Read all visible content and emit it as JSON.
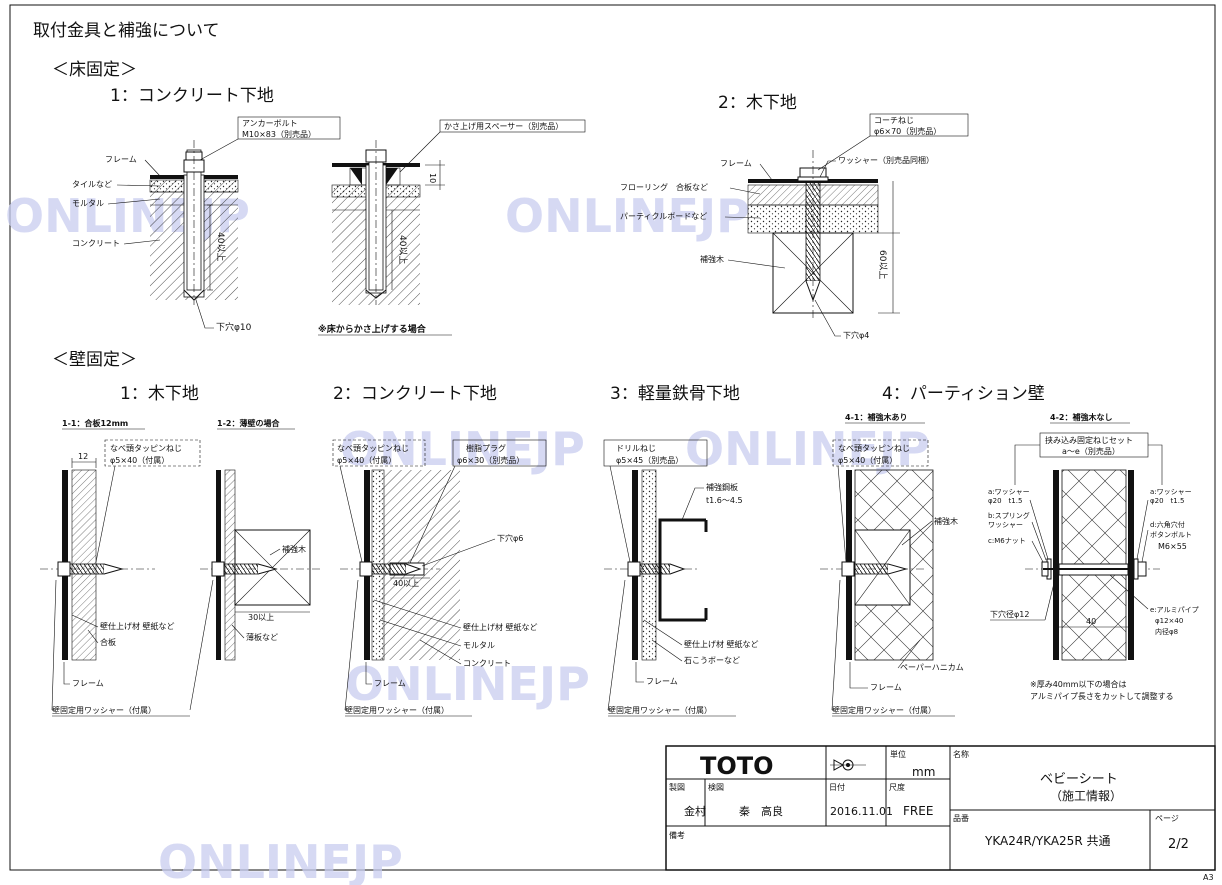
{
  "page": {
    "title": "取付金具と補強について",
    "corner_label": "A3",
    "watermark": "ONLINEJP"
  },
  "floor": {
    "heading": "＜床固定＞",
    "concrete": {
      "title": "1：コンクリート下地",
      "labels": {
        "anchor": "アンカーボルト",
        "anchor_size": "M10×83（別売品）",
        "frame": "フレーム",
        "tile": "タイルなど",
        "mortar": "モルタル",
        "concrete": "コンクリート",
        "depth": "40以上",
        "hole": "下穴φ10"
      },
      "raised": {
        "spacer": "かさ上げ用スペーサー（別売品）",
        "ten": "10",
        "depth": "40以上",
        "note": "※床からかさ上げする場合"
      }
    },
    "wood": {
      "title": "2：木下地",
      "labels": {
        "coach": "コーチねじ",
        "coach_size": "φ6×70（別売品）",
        "frame": "フレーム",
        "washer": "ワッシャー（別売品同梱）",
        "flooring": "フローリング　合板など",
        "particle": "パーティクルボードなど",
        "reinforce": "補強木",
        "depth": "60以上",
        "hole": "下穴φ4"
      }
    }
  },
  "wall": {
    "heading": "＜壁固定＞",
    "wood": {
      "title": "1：木下地",
      "sub1": "1-1：合板12mm",
      "sub2": "1-2：薄壁の場合",
      "screw1": "なべ頭タッピンねじ",
      "screw2": "φ5×40（付属）",
      "twelve": "12",
      "reinforce": "補強木",
      "thirty": "30以上",
      "finish": "壁仕上げ材 壁紙など",
      "plywood": "合板",
      "thin": "薄板など",
      "frame": "フレーム",
      "washer": "壁固定用ワッシャー（付属）"
    },
    "concrete": {
      "title": "2：コンクリート下地",
      "screw1": "なべ頭タッピンねじ",
      "screw2": "φ5×40（付属）",
      "plug1": "樹脂プラグ",
      "plug2": "φ6×30（別売品）",
      "hole": "下穴φ6",
      "depth": "40以上",
      "finish": "壁仕上げ材 壁紙など",
      "mortar": "モルタル",
      "concrete": "コンクリート",
      "frame": "フレーム",
      "washer": "壁固定用ワッシャー（付属）"
    },
    "steel": {
      "title": "3：軽量鉄骨下地",
      "screw1": "ドリルねじ",
      "screw2": "φ5×45（別売品）",
      "plate1": "補強鋼板",
      "plate2": "t1.6～4.5",
      "finish": "壁仕上げ材 壁紙など",
      "gypsum": "石こうボーなど",
      "frame": "フレーム",
      "washer": "壁固定用ワッシャー（付属）"
    },
    "partition": {
      "title": "4：パーティション壁",
      "sub1": "4-1：補強木あり",
      "sub2": "4-2：補強木なし",
      "screw1": "なべ頭タッピンねじ",
      "screw2": "φ5×40（付属）",
      "reinforce": "補強木",
      "honeycomb": "ペーパーハニカム",
      "frame": "フレーム",
      "washer": "壁固定用ワッシャー（付属）",
      "set1": "挟み込み固定ねじセット",
      "set2": "a～e（別売品）",
      "a_left1": "a:ワッシャー",
      "a_left2": "φ20　t1.5",
      "b1": "b:スプリング",
      "b2": "ワッシャー",
      "c": "c:M6ナット",
      "a_right1": "a:ワッシャー",
      "a_right2": "φ20　t1.5",
      "d1": "d:六角穴付",
      "d2": "ボタンボルト",
      "d3": "M6×55",
      "e1": "e:アルミパイプ",
      "e2": "φ12×40",
      "e3": "内径φ8",
      "hole": "下穴径φ12",
      "forty": "40",
      "note1": "※厚み40mm以下の場合は",
      "note2": "アルミパイプ長さをカットして調整する"
    }
  },
  "titleblock": {
    "brand": "TOTO",
    "unit_label": "単位",
    "unit": "mm",
    "name_label": "名称",
    "name1": "ベビーシート",
    "name2": "（施工情報）",
    "drawn_label": "製図",
    "drawn": "金村",
    "checked_label": "検図",
    "checked": "秦　高良",
    "date_label": "日付",
    "date": "2016.11.01",
    "scale_label": "尺度",
    "scale": "FREE",
    "part_label": "品番",
    "part": "YKA24R/YKA25R 共通",
    "page_label": "ページ",
    "page": "2/2",
    "remarks_label": "備考"
  }
}
